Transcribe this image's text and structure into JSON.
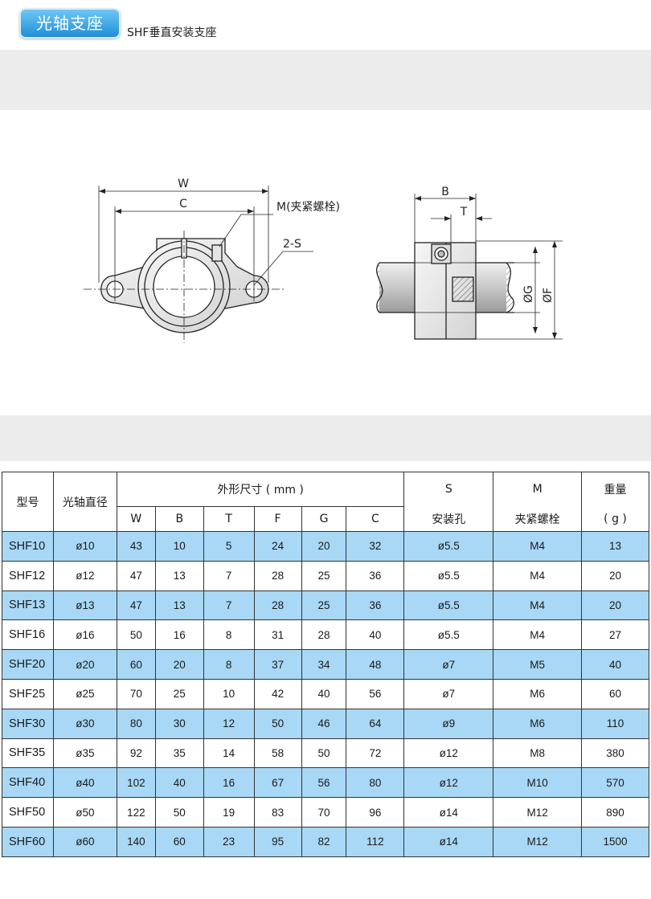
{
  "header": {
    "badge": "光轴支座",
    "subtitle": "SHF垂直安装支座"
  },
  "drawing": {
    "front_labels": {
      "w": "W",
      "c": "C",
      "m": "M(夹紧螺栓)",
      "s": "2-S"
    },
    "side_labels": {
      "b": "B",
      "t": "T",
      "g": "ØG",
      "f": "ØF"
    }
  },
  "table": {
    "head": {
      "model": "型号",
      "shaft": "光轴直径",
      "dims": "外形尺寸 ( mm )",
      "s_code": "S",
      "s_name": "安装孔",
      "m_code": "M",
      "m_name": "夹紧螺栓",
      "weight": "重量",
      "weight_unit": "( g )",
      "dim_cols": [
        "W",
        "B",
        "T",
        "F",
        "G",
        "C"
      ]
    },
    "rows": [
      {
        "model": "SHF10",
        "d": "ø10",
        "W": "43",
        "B": "10",
        "T": "5",
        "F": "24",
        "G": "20",
        "C": "32",
        "S": "ø5.5",
        "M": "M4",
        "wt": "13"
      },
      {
        "model": "SHF12",
        "d": "ø12",
        "W": "47",
        "B": "13",
        "T": "7",
        "F": "28",
        "G": "25",
        "C": "36",
        "S": "ø5.5",
        "M": "M4",
        "wt": "20"
      },
      {
        "model": "SHF13",
        "d": "ø13",
        "W": "47",
        "B": "13",
        "T": "7",
        "F": "28",
        "G": "25",
        "C": "36",
        "S": "ø5.5",
        "M": "M4",
        "wt": "20"
      },
      {
        "model": "SHF16",
        "d": "ø16",
        "W": "50",
        "B": "16",
        "T": "8",
        "F": "31",
        "G": "28",
        "C": "40",
        "S": "ø5.5",
        "M": "M4",
        "wt": "27"
      },
      {
        "model": "SHF20",
        "d": "ø20",
        "W": "60",
        "B": "20",
        "T": "8",
        "F": "37",
        "G": "34",
        "C": "48",
        "S": "ø7",
        "M": "M5",
        "wt": "40"
      },
      {
        "model": "SHF25",
        "d": "ø25",
        "W": "70",
        "B": "25",
        "T": "10",
        "F": "42",
        "G": "40",
        "C": "56",
        "S": "ø7",
        "M": "M6",
        "wt": "60"
      },
      {
        "model": "SHF30",
        "d": "ø30",
        "W": "80",
        "B": "30",
        "T": "12",
        "F": "50",
        "G": "46",
        "C": "64",
        "S": "ø9",
        "M": "M6",
        "wt": "110"
      },
      {
        "model": "SHF35",
        "d": "ø35",
        "W": "92",
        "B": "35",
        "T": "14",
        "F": "58",
        "G": "50",
        "C": "72",
        "S": "ø12",
        "M": "M8",
        "wt": "380"
      },
      {
        "model": "SHF40",
        "d": "ø40",
        "W": "102",
        "B": "40",
        "T": "16",
        "F": "67",
        "G": "56",
        "C": "80",
        "S": "ø12",
        "M": "M10",
        "wt": "570"
      },
      {
        "model": "SHF50",
        "d": "ø50",
        "W": "122",
        "B": "50",
        "T": "19",
        "F": "83",
        "G": "70",
        "C": "96",
        "S": "ø14",
        "M": "M12",
        "wt": "890"
      },
      {
        "model": "SHF60",
        "d": "ø60",
        "W": "140",
        "B": "60",
        "T": "23",
        "F": "95",
        "G": "82",
        "C": "112",
        "S": "ø14",
        "M": "M12",
        "wt": "1500"
      }
    ]
  }
}
